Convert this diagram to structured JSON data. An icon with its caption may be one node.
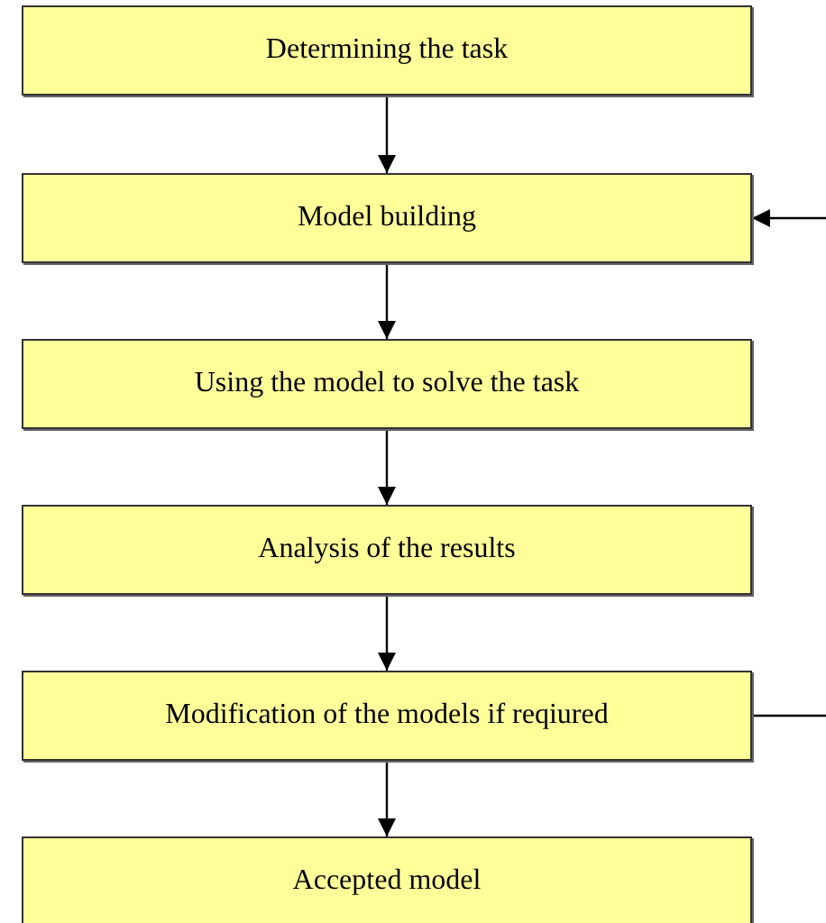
{
  "diagram": {
    "nodes": [
      {
        "text": [
          "Determining the task"
        ]
      },
      {
        "text": [
          "Model building"
        ]
      },
      {
        "text": [
          "Using the model to solve the task"
        ]
      },
      {
        "text": [
          "Analysis of the results"
        ]
      },
      {
        "text": [
          "Modification of the models if reqiured"
        ]
      },
      {
        "text": [
          "Accepted model"
        ]
      }
    ],
    "edges": [
      {
        "from": 0,
        "to": 1,
        "arrow": "to"
      },
      {
        "from": 1,
        "to": 2,
        "arrow": "to"
      },
      {
        "from": 2,
        "to": 3,
        "arrow": "to"
      },
      {
        "from": 3,
        "to": 4,
        "arrow": "to"
      },
      {
        "from": 4,
        "to": 5,
        "arrow": "to"
      },
      {
        "from": 4,
        "to": null,
        "arrow": "none"
      },
      {
        "from": null,
        "to": 1,
        "arrow": "to"
      }
    ]
  }
}
